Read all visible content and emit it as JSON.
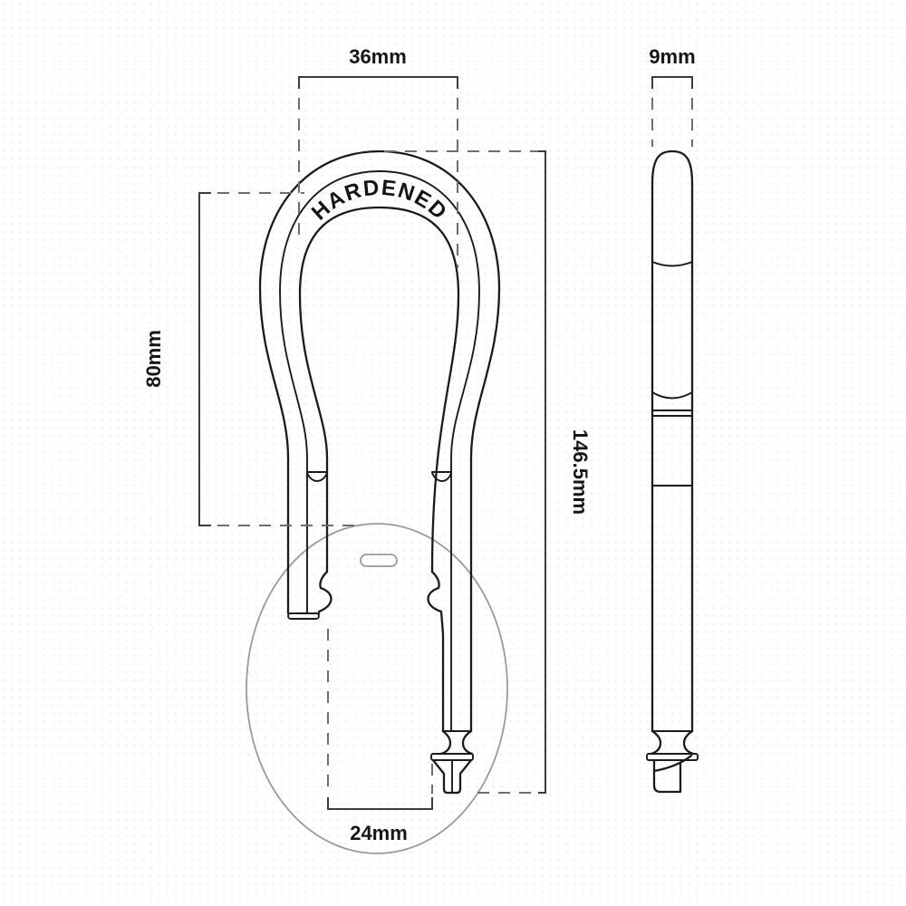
{
  "figure": {
    "type": "technical-dimension-drawing",
    "views": [
      "front",
      "side"
    ]
  },
  "labels": {
    "top_width": "36mm",
    "diameter": "9mm",
    "leg_height": "80mm",
    "total_height": "146.5mm",
    "bottom_width": "24mm",
    "engraving": "HARDENED"
  },
  "colors": {
    "line": "#1b1b1b",
    "dimension": "#3c3c3c",
    "dashed_extension": "#6e6e6e",
    "ghost_outline": "#9a9a9a",
    "background": "#ffffff",
    "dot_grid": "#ececec"
  }
}
